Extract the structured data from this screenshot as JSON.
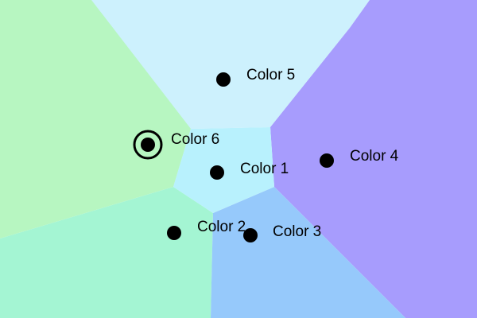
{
  "points": [
    {
      "label": "Color 1",
      "color": "#b8f1fd"
    },
    {
      "label": "Color 2",
      "color": "#a4f5d3"
    },
    {
      "label": "Color 3",
      "color": "#96c9fb"
    },
    {
      "label": "Color 4",
      "color": "#a79cfd"
    },
    {
      "label": "Color 5",
      "color": "#cdf1fd"
    },
    {
      "label": "Color 6",
      "color": "#b7f6c1",
      "selected": true
    }
  ],
  "colors": {
    "point_fill": "#000000",
    "label_text": "#000000"
  }
}
